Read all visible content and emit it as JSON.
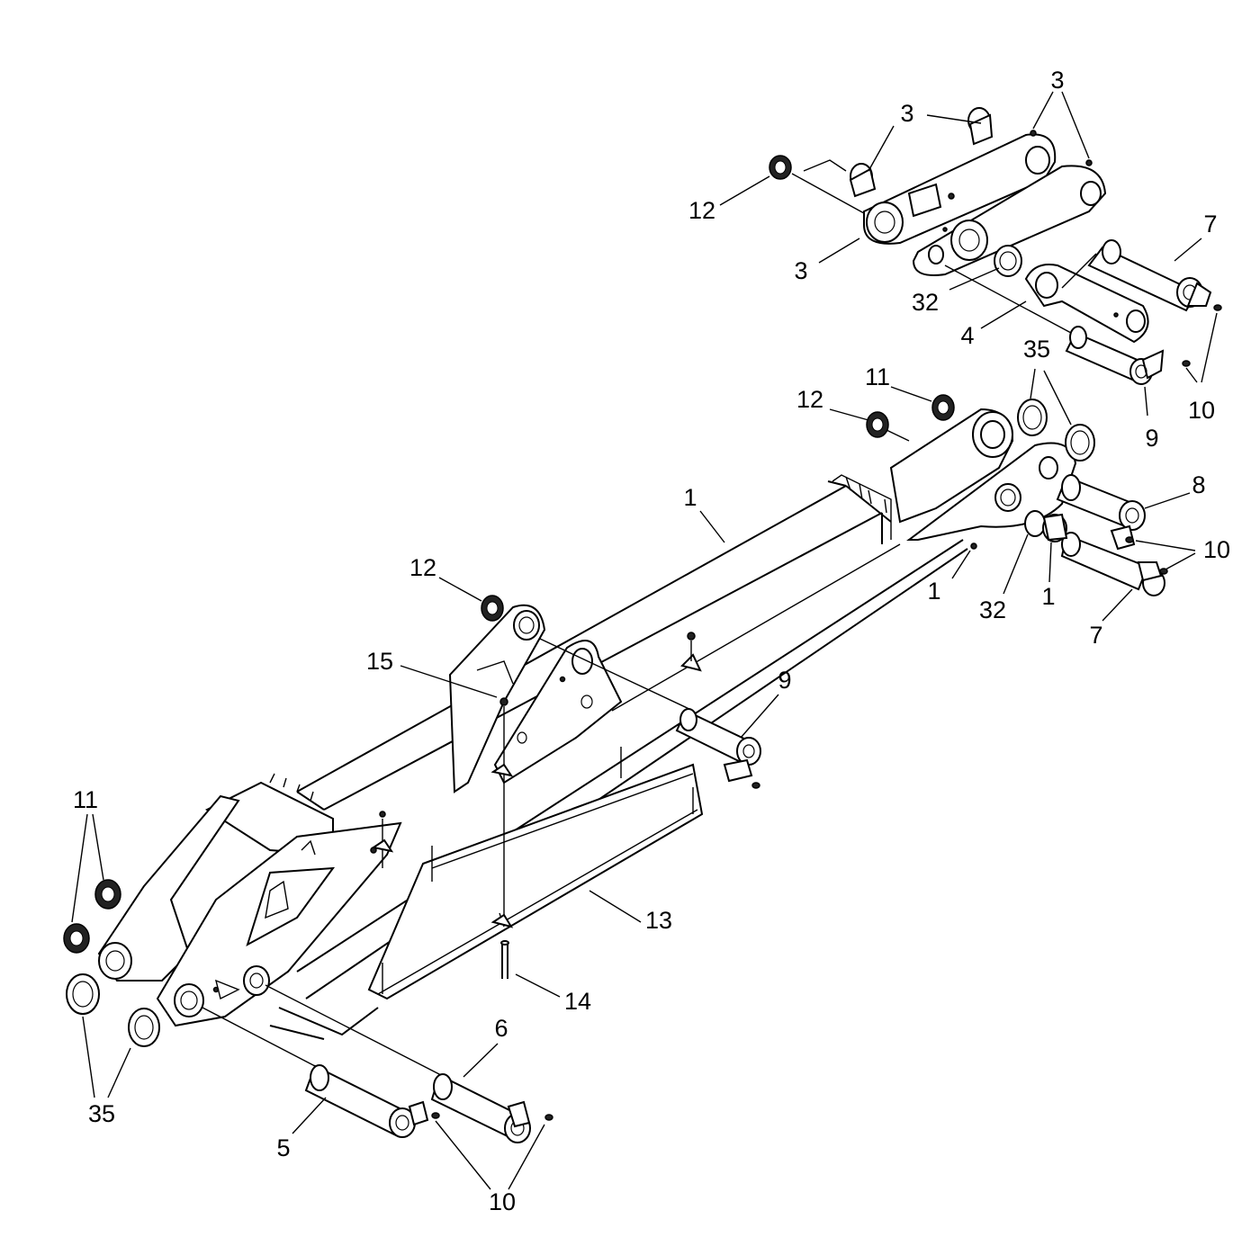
{
  "labels": [
    "1",
    "3",
    "4",
    "5",
    "6",
    "7",
    "8",
    "9",
    "10",
    "11",
    "12",
    "13",
    "14",
    "15",
    "32",
    "35"
  ]
}
